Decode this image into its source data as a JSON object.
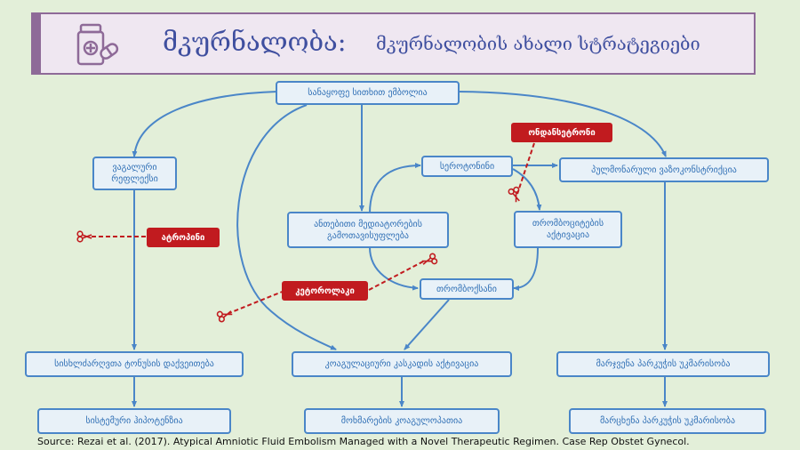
{
  "header": {
    "title": "მკურნალობა:",
    "subtitle": "მკურნალობის ახალი სტრატეგიები",
    "icon": "medicine-bottle-pills-icon"
  },
  "nodes": {
    "top": "სანაყოფე სითხით ემბოლია",
    "vagal": "ვაგალური რეფლექსი",
    "inflammatory": "ანთებითი მედიატორების გამოთავისუფლება",
    "serotonin": "სეროტონინი",
    "pulmonary_vaso": "პულმონარული ვაზოკონსტრიქცია",
    "platelet": "თრომბოციტების აქტივაცია",
    "thromboxane": "თრომბოქსანი",
    "vascular_tone": "სისხლძარღვთა ტონუსის დაქვეითება",
    "coagulation": "კოაგულაციური კასკადის აქტივაცია",
    "rv_failure1": "მარჯვენა პარკუჭის უკმარისობა",
    "hypotension": "სისტემური ჰიპოტენზია",
    "coagulopathy": "მოხმარების კოაგულოპათია",
    "lv_failure": "მარცხენა პარკუჭის უკმარისობა"
  },
  "drugs": {
    "ondansetron": "ონდანსეტრონი",
    "atropine": "ატროპინი",
    "ketorolac": "კეტოროლაკი"
  },
  "icons": {
    "scissors": "scissors-icon"
  },
  "colors": {
    "background": "#e3efd9",
    "node_border": "#4a86c8",
    "node_text": "#2f6fb5",
    "drug_red": "#c11b1f",
    "title": "#3f4f9f",
    "header_border": "#8e6a98"
  },
  "source": "Source: Rezai et al. (2017). Atypical Amniotic Fluid Embolism Managed with a Novel Therapeutic Regimen. Case Rep Obstet Gynecol."
}
